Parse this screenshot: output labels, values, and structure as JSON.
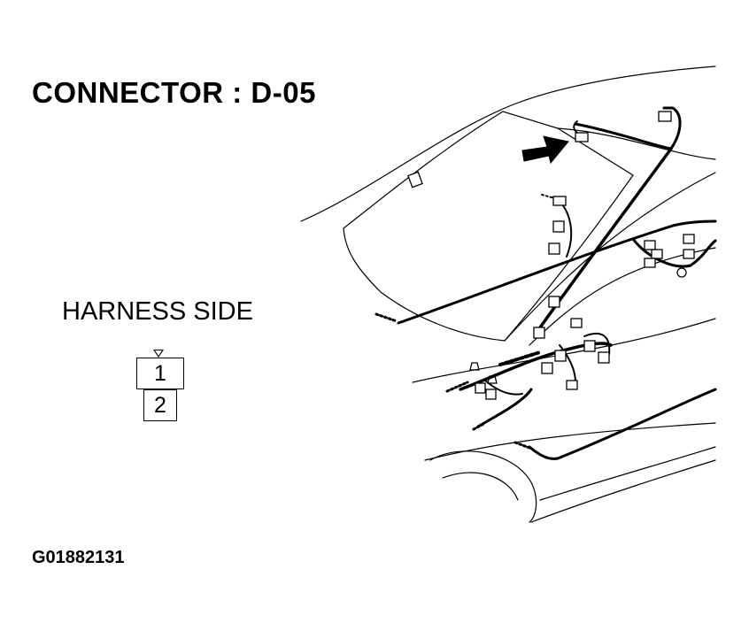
{
  "title": "CONNECTOR : D-05",
  "harness_side_label": "HARNESS SIDE",
  "connector_pins": [
    "1",
    "2"
  ],
  "figure_id": "G01882131"
}
